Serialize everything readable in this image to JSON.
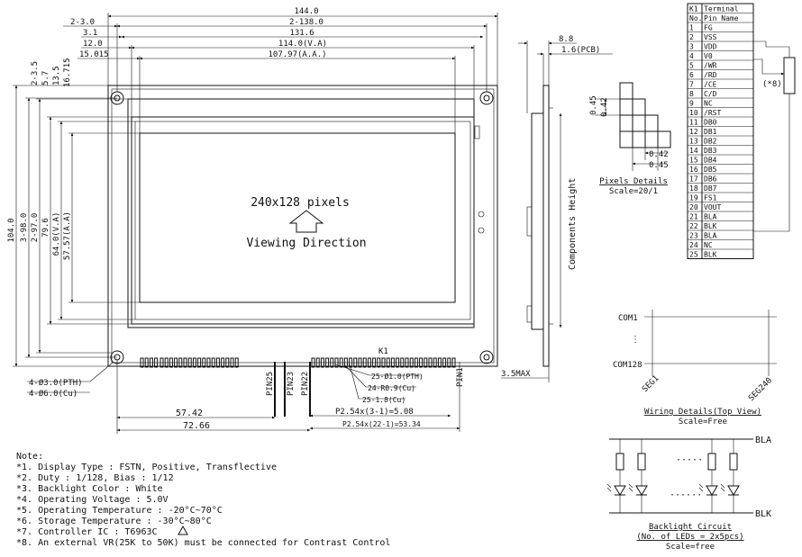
{
  "top_dims": [
    "144.0",
    "2-3.0",
    "2-138.0",
    "3.1",
    "131.6",
    "12.0",
    "114.0(V.A)",
    "15.015",
    "107.97(A.A.)"
  ],
  "left_dims": [
    "104.0",
    "3-98.0",
    "2-97.0",
    "79.6",
    "64.0(V.A)",
    "57.57(A.A)",
    "16.715",
    "13.5",
    "5.7",
    "2-3.5"
  ],
  "center_lines": [
    "240x128 pixels",
    "Viewing Direction"
  ],
  "side_dims": [
    "8.8",
    "1.6(PCB)",
    "Components Height",
    "3.5MAX"
  ],
  "hole_labels": [
    "4-Ø3.0(PTH)",
    "4-Ø6.0(Cu)"
  ],
  "pin_labels": [
    "PIN25",
    "PIN23",
    "PIN22",
    "PIN1"
  ],
  "k1_label": "K1",
  "pin_dims": [
    "25-Ø1.0(PTH)",
    "24-R0.9(Cu)",
    "25-1.8(Cu)",
    "P2.54x(3-1)=5.08",
    "P2.54x(22-1)=53.34"
  ],
  "bottom_dims": [
    "57.42",
    "72.66"
  ],
  "pixel_details": {
    "dims": [
      "0.45",
      "0.42",
      "0.42",
      "0.45"
    ],
    "title": "Pixels Details",
    "scale": "Scale=20/1"
  },
  "pin_table": {
    "headers": [
      [
        "K1",
        "Terminal"
      ],
      [
        "No.",
        "Pin Name"
      ]
    ],
    "rows": [
      [
        "1",
        "FG"
      ],
      [
        "2",
        "VSS"
      ],
      [
        "3",
        "VDD"
      ],
      [
        "4",
        "V0"
      ],
      [
        "5",
        "/WR"
      ],
      [
        "6",
        "/RD"
      ],
      [
        "7",
        "/CE"
      ],
      [
        "8",
        "C/D"
      ],
      [
        "9",
        "NC"
      ],
      [
        "10",
        "/RST"
      ],
      [
        "11",
        "DB0"
      ],
      [
        "12",
        "DB1"
      ],
      [
        "13",
        "DB2"
      ],
      [
        "14",
        "DB3"
      ],
      [
        "15",
        "DB4"
      ],
      [
        "16",
        "DB5"
      ],
      [
        "17",
        "DB6"
      ],
      [
        "18",
        "DB7"
      ],
      [
        "19",
        "FS1"
      ],
      [
        "20",
        "VOUT"
      ],
      [
        "21",
        "BLA"
      ],
      [
        "22",
        "BLK"
      ],
      [
        "23",
        "BLA"
      ],
      [
        "24",
        "NC"
      ],
      [
        "25",
        "BLK"
      ]
    ],
    "note": "(*8)"
  },
  "wiring": {
    "com_top": "COM1",
    "com_bottom": "COM128",
    "seg_left": "SEG1",
    "seg_right": "SEG240",
    "title": "Wiring Details(Top View)",
    "scale": "Scale=Free"
  },
  "backlight": {
    "bla": "BLA",
    "blk": "BLK",
    "title": "Backlight Circuit",
    "subtitle": "(No. of LEDs = 2x5pcs)",
    "scale": "Scale=free"
  },
  "notes": {
    "heading": "Note:",
    "lines": [
      "*1. Display Type : FSTN, Positive, Transflective",
      "*2. Duty : 1/128, Bias : 1/12",
      "*3. Backlight Color : White",
      "*4. Operating Voltage : 5.0V",
      "*5. Operating Temperature : -20°C~70°C",
      "*6. Storage Temperature : -30°C~80°C",
      "*7. Controller IC : T6963C",
      "*8. An external VR(25K to 50K) must be connected for Contrast Control"
    ]
  }
}
